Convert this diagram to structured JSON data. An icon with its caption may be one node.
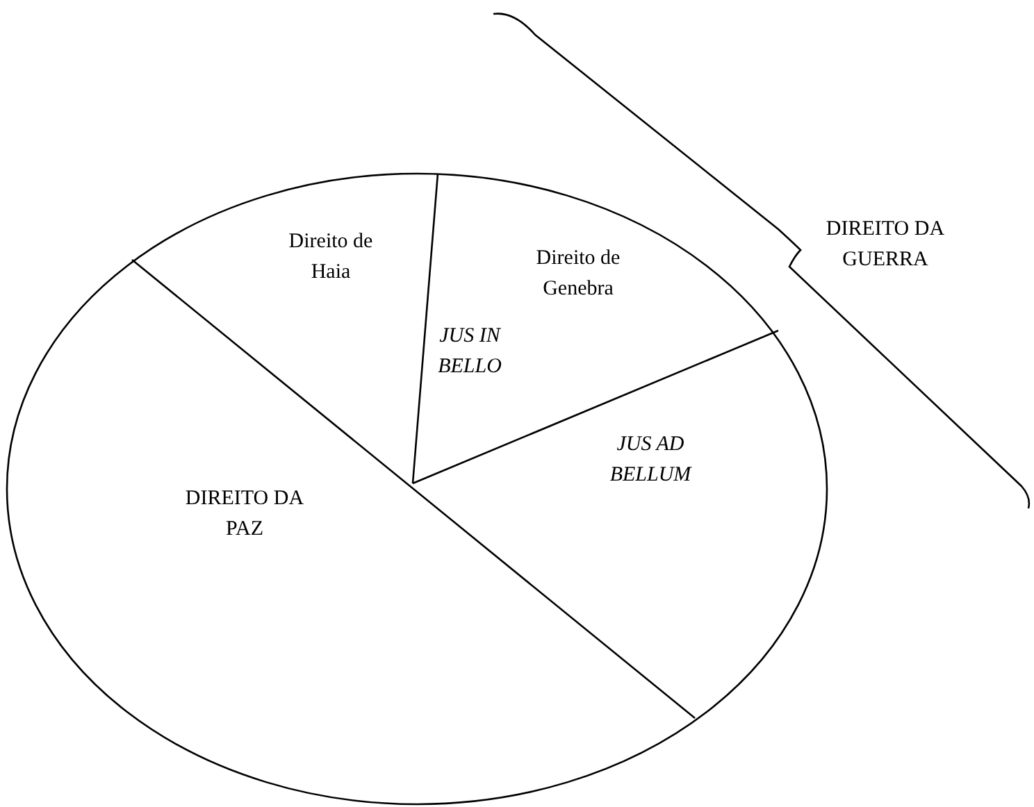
{
  "diagram": {
    "labels": [
      "Direito de Haia",
      "DIREITO DA GUERRA",
      "Direito de Genebra",
      "JUS IN BELLO",
      "JUS AD BELLUM",
      "DIREITO DA PAZ"
    ]
  }
}
